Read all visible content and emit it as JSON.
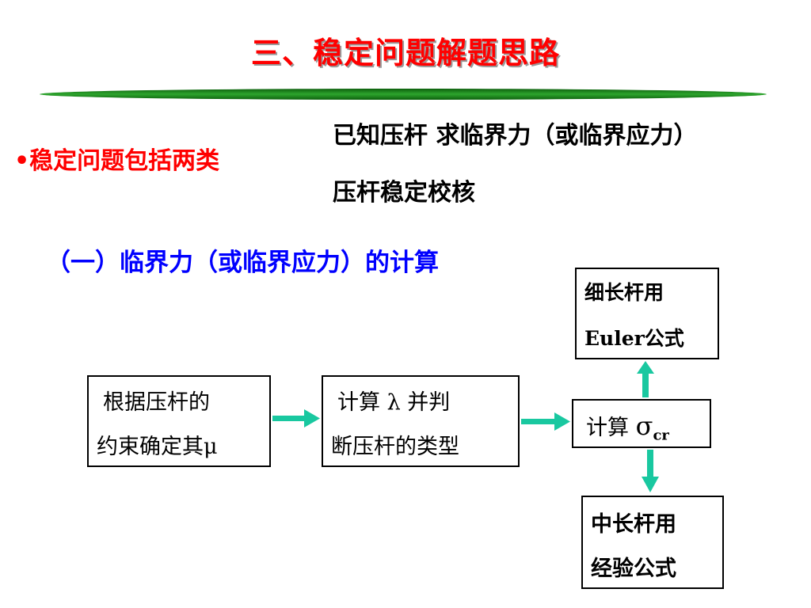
{
  "title": "三、稳定问题解题思路",
  "bullet": "•稳定问题包括两类",
  "categories": [
    "已知压杆  求临界力（或临界应力）",
    "压杆稳定校核"
  ],
  "section_heading": "（一）临界力（或临界应力）的计算",
  "flow": {
    "step1": {
      "line1": "根据压杆的",
      "line2_text": "约束确定其",
      "line2_symbol": "μ"
    },
    "step2": {
      "line1_text": "计算 ",
      "line1_symbol": "λ",
      "line1_rest": " 并判",
      "line2": "断压杆的类型"
    },
    "step3": {
      "text": "计算 ",
      "symbol": "σ",
      "subscript": "cr"
    },
    "slender": {
      "line1": "细长杆用",
      "line2_latin": "Euler",
      "line2_cjk": "公式"
    },
    "intermediate": {
      "line1": "中长杆用",
      "line2": "经验公式"
    }
  },
  "colors": {
    "title": "#ff0000",
    "bullet": "#ff0000",
    "section": "#0000ff",
    "divider": "#1a8a1a",
    "arrow": "#19c8a0"
  },
  "icons": [
    "arrow-right-icon",
    "arrow-up-icon",
    "arrow-down-icon"
  ]
}
